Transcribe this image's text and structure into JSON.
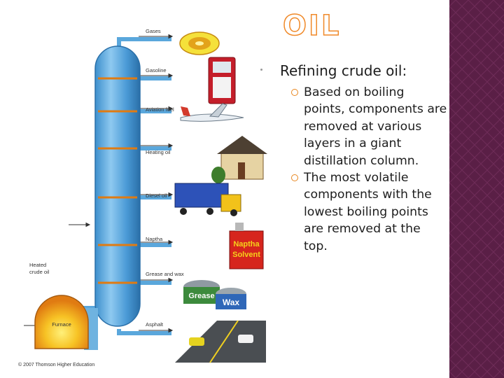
{
  "slide": {
    "title": "OIL",
    "heading": "Refining crude oil:",
    "bullets": [
      "Based on boiling points, components are removed at various layers in a giant distillation column.",
      "The most volatile components with the lowest boiling points are removed at the top."
    ],
    "accent_color": "#f08a2a",
    "sidebar_color": "#5a1f46"
  },
  "diagram": {
    "products": [
      "Gases",
      "Gasoline",
      "Aviation fuel",
      "Heating oil",
      "Diesel oil",
      "Naptha",
      "Grease and wax",
      "Asphalt"
    ],
    "feed_label_1": "Heated",
    "feed_label_2": "crude oil",
    "furnace_label": "Furnace",
    "can_text_1": "Naptha",
    "can_text_2": "Solvent",
    "grease_text": "Grease",
    "wax_text": "Wax",
    "copyright": "© 2007 Thomson Higher Education"
  }
}
